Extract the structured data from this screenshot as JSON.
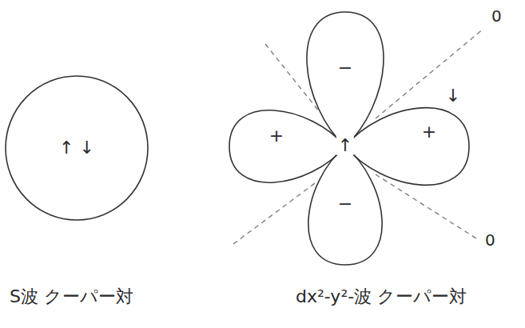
{
  "diagram": {
    "nodes": [
      {
        "text": [
          "↑ ↓"
        ]
      },
      {
        "text": [
          "−",
          "+",
          "+",
          "−",
          "↑",
          "↓"
        ]
      }
    ],
    "labels": [
      "0",
      "0",
      "S波 クーパー対",
      "dx²-y²-波 クーパー対"
    ]
  }
}
